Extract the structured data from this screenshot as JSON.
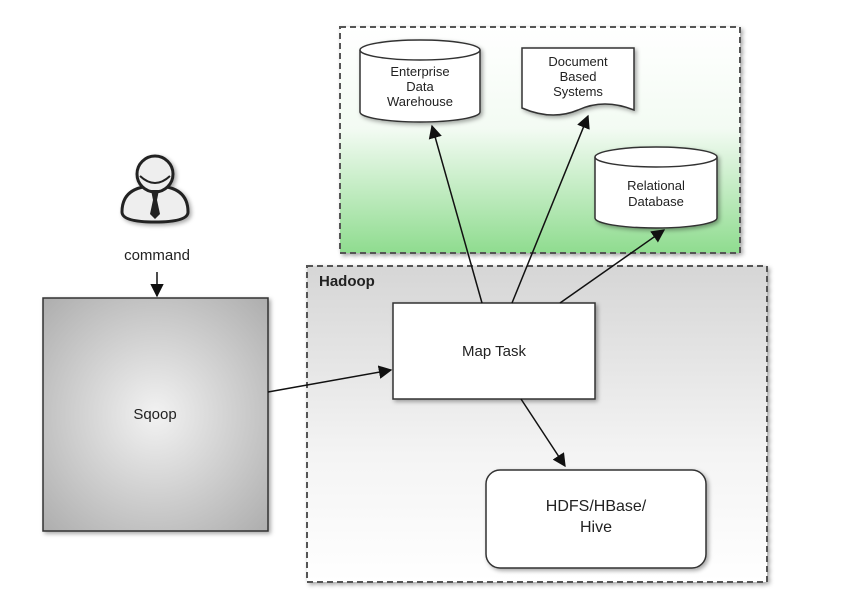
{
  "actor": {
    "icon": "user-icon",
    "command_label": "command"
  },
  "sqoop": {
    "label": "Sqoop"
  },
  "hadoop": {
    "title": "Hadoop",
    "map_task_label": "Map Task",
    "storage_lines": [
      "HDFS/HBase/",
      "Hive"
    ]
  },
  "external_systems": {
    "enterprise_dw_lines": [
      "Enterprise",
      "Data",
      "Warehouse"
    ],
    "document_lines": [
      "Document",
      "Based",
      "Systems"
    ],
    "relational_lines": [
      "Relational",
      "Database"
    ]
  },
  "colors": {
    "external_group_fill": "#8fdc8f",
    "hadoop_group_fill": "#d8d8d8",
    "sqoop_fill": "#b9b9b9",
    "arrow": "#111111"
  }
}
